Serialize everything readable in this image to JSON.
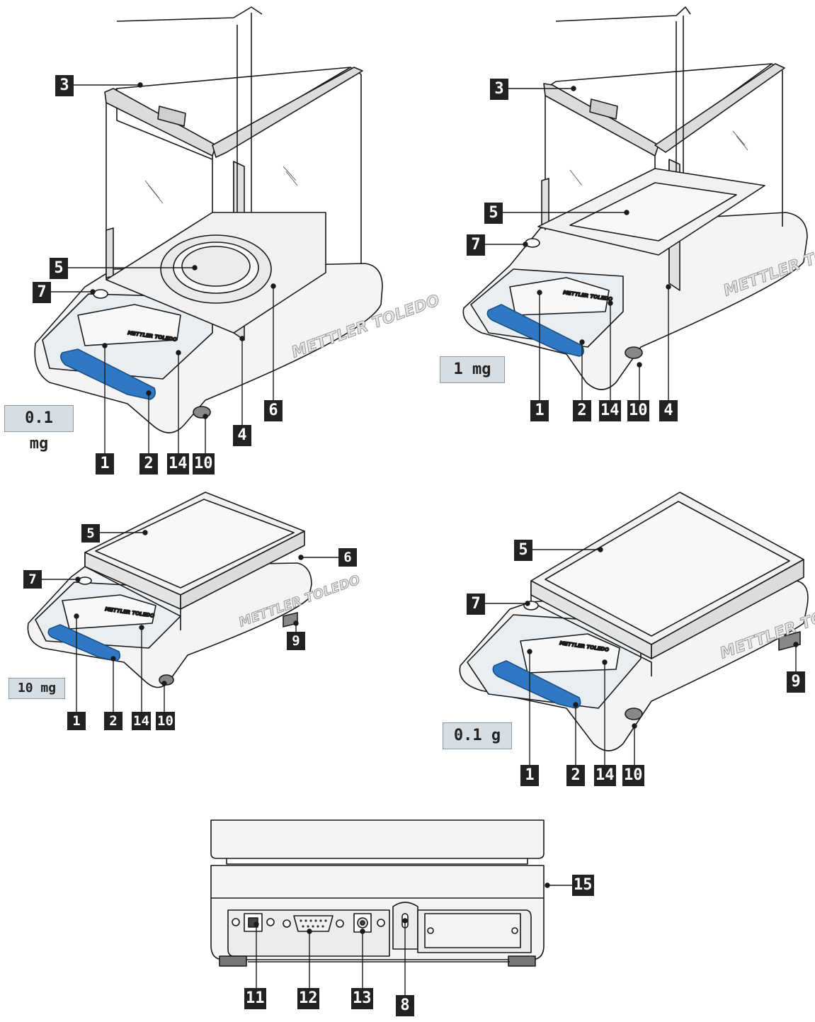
{
  "brand": "METTLER TOLEDO",
  "resolutions": {
    "analytical": "0.1 mg",
    "semi_micro": "1 mg",
    "precision_small": "10 mg",
    "precision_large": "0.1 g"
  },
  "callouts": {
    "one": "1",
    "two": "2",
    "three": "3",
    "four": "4",
    "five": "5",
    "six": "6",
    "seven": "7",
    "eight": "8",
    "nine": "9",
    "ten": "10",
    "eleven": "11",
    "twelve": "12",
    "thirteen": "13",
    "fourteen": "14",
    "fifteen": "15"
  },
  "colors": {
    "line": "#1a1a1a",
    "keypad_blue": "#2f79c4",
    "body_fill": "#f4f4f4",
    "label_bg": "#222222",
    "resolution_bg": "#d6dde3"
  }
}
